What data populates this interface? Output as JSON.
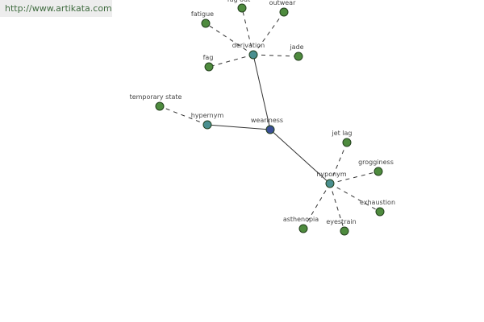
{
  "watermark": {
    "text": "http://www.artikata.com"
  },
  "colors": {
    "root": "#3a4f96",
    "category": "#4a8f8f",
    "leaf": "#4e8b3e",
    "outline": "#23401d",
    "edge": "#333333"
  },
  "graph": {
    "root": "weariness",
    "nodes": [
      {
        "id": "weariness",
        "label": "weariness",
        "kind": "root"
      },
      {
        "id": "derivation",
        "label": "derivation",
        "kind": "category"
      },
      {
        "id": "hypernym",
        "label": "hypernym",
        "kind": "category"
      },
      {
        "id": "hyponym",
        "label": "hyponym",
        "kind": "category"
      },
      {
        "id": "fag-out",
        "label": "fag out",
        "kind": "leaf"
      },
      {
        "id": "outwear",
        "label": "outwear",
        "kind": "leaf"
      },
      {
        "id": "fatigue",
        "label": "fatigue",
        "kind": "leaf"
      },
      {
        "id": "fag",
        "label": "fag",
        "kind": "leaf"
      },
      {
        "id": "jade",
        "label": "jade",
        "kind": "leaf"
      },
      {
        "id": "temporary-state",
        "label": "temporary state",
        "kind": "leaf"
      },
      {
        "id": "jet-lag",
        "label": "jet lag",
        "kind": "leaf"
      },
      {
        "id": "grogginess",
        "label": "grogginess",
        "kind": "leaf"
      },
      {
        "id": "exhaustion",
        "label": "exhaustion",
        "kind": "leaf"
      },
      {
        "id": "eyestrain",
        "label": "eyestrain",
        "kind": "leaf"
      },
      {
        "id": "asthenopia",
        "label": "asthenopia",
        "kind": "leaf"
      }
    ],
    "edges": [
      {
        "from": "weariness",
        "to": "derivation",
        "style": "solid"
      },
      {
        "from": "weariness",
        "to": "hypernym",
        "style": "solid"
      },
      {
        "from": "weariness",
        "to": "hyponym",
        "style": "solid"
      },
      {
        "from": "derivation",
        "to": "fag-out",
        "style": "dashed"
      },
      {
        "from": "derivation",
        "to": "outwear",
        "style": "dashed"
      },
      {
        "from": "derivation",
        "to": "fatigue",
        "style": "dashed"
      },
      {
        "from": "derivation",
        "to": "fag",
        "style": "dashed"
      },
      {
        "from": "derivation",
        "to": "jade",
        "style": "dashed"
      },
      {
        "from": "hypernym",
        "to": "temporary-state",
        "style": "dashed"
      },
      {
        "from": "hyponym",
        "to": "jet-lag",
        "style": "dashed"
      },
      {
        "from": "hyponym",
        "to": "grogginess",
        "style": "dashed"
      },
      {
        "from": "hyponym",
        "to": "exhaustion",
        "style": "dashed"
      },
      {
        "from": "hyponym",
        "to": "eyestrain",
        "style": "dashed"
      },
      {
        "from": "hyponym",
        "to": "asthenopia",
        "style": "dashed"
      }
    ]
  }
}
